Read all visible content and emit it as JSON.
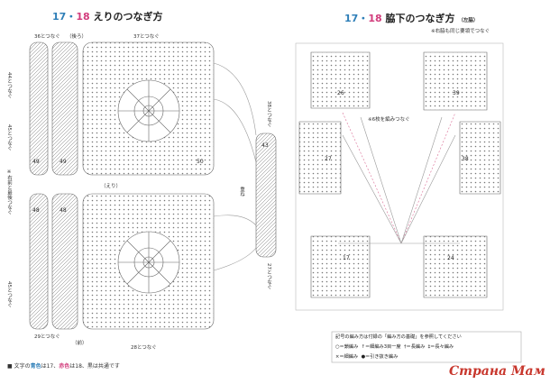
{
  "left": {
    "title_num_a": "17",
    "title_sep": "・",
    "title_num_b": "18",
    "title_text": "えりのつなぎ方",
    "top_label_small": "36とつなぐ",
    "back_label": "（後ろ）",
    "top_label_big": "37とつなぐ",
    "side_label_upper": "44とつなぐ",
    "side_label_mid": "45とつなぐ",
    "collar_center": "（えり）",
    "ref_label": "※右前と最後つなぐ",
    "bottom_label_small": "29とつなぐ",
    "front_label": "（前）",
    "bottom_label_big": "28とつなぐ",
    "side_label_lower": "45とつなぐ",
    "right_top": "38とつなぐ",
    "right_bottom": "27とつなぐ",
    "overlap": "重ね",
    "motifs": [
      "49",
      "49",
      "50",
      "48",
      "48",
      "43"
    ]
  },
  "right": {
    "title_num_a": "17",
    "title_sep": "・",
    "title_num_b": "18",
    "title_text": "脇下のつなぎ方",
    "title_sub": "（左脇）",
    "note": "※右脇も同じ要領でつなぐ",
    "center_note": "※6枚を編みつなぐ",
    "motifs": [
      "26",
      "39",
      "27",
      "38",
      "17",
      "24"
    ]
  },
  "footer": {
    "color_note_1": "■ 文字の",
    "color_blue": "青色",
    "color_note_2": "は17、",
    "color_pink": "赤色",
    "color_note_3": "は18、黒は共通です"
  },
  "legend": {
    "header": "記号の編み方は付録の「編み方の基礎」を参照してください",
    "items": [
      {
        "sym": "○",
        "label": "＝鎖編み"
      },
      {
        "sym": "↑",
        "label": "＝細編み3目一度"
      },
      {
        "sym": "†",
        "label": "＝長編み"
      },
      {
        "sym": "‡",
        "label": "＝長々編み"
      },
      {
        "sym": "×",
        "label": "＝細編み"
      },
      {
        "sym": "●",
        "label": "＝引き抜き編み"
      }
    ]
  },
  "watermark": "Страна Мам",
  "colors": {
    "blue": "#2f7fb8",
    "pink": "#d23c7c",
    "line": "#555555",
    "watermark": "#c8372d"
  }
}
